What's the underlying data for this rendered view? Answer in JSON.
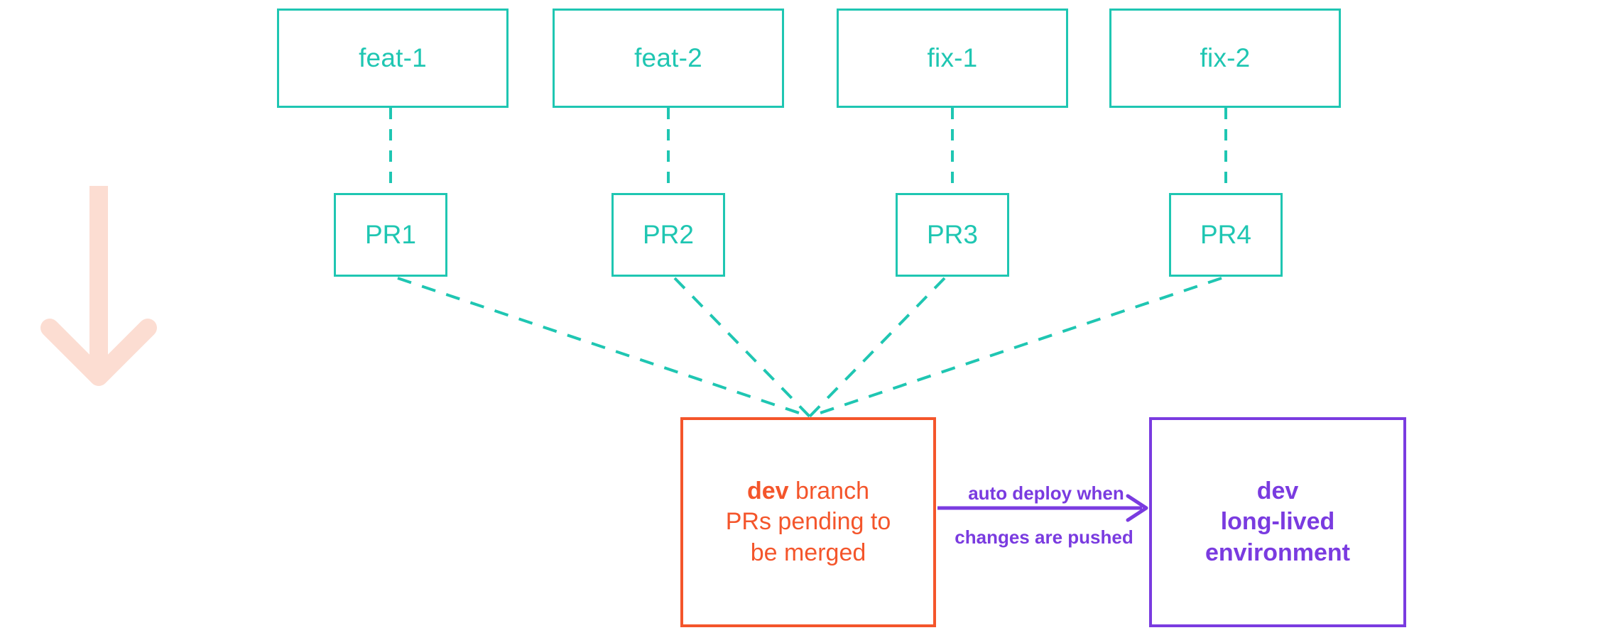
{
  "diagram": {
    "title": "git branching and auto deploy flow",
    "colors": {
      "teal": "#1FC6B2",
      "orange": "#F4552B",
      "purple": "#7A3BE0",
      "pink": "#FCDDD2"
    },
    "feature_branches": [
      {
        "id": "feat-1",
        "label": "feat-1"
      },
      {
        "id": "feat-2",
        "label": "feat-2"
      },
      {
        "id": "fix-1",
        "label": "fix-1"
      },
      {
        "id": "fix-2",
        "label": "fix-2"
      }
    ],
    "pull_requests": [
      {
        "id": "PR1",
        "label": "PR1"
      },
      {
        "id": "PR2",
        "label": "PR2"
      },
      {
        "id": "PR3",
        "label": "PR3"
      },
      {
        "id": "PR4",
        "label": "PR4"
      }
    ],
    "dev_branch": {
      "title_strong": "dev",
      "title_rest": " branch",
      "subtitle_line_1": "PRs pending to",
      "subtitle_line_2": "be merged"
    },
    "dev_environment": {
      "title": "dev",
      "subtitle_line_1": "long-lived",
      "subtitle_line_2": "environment"
    },
    "deploy_edge": {
      "label_top": "auto deploy when",
      "label_bottom": "changes are pushed"
    },
    "flow_arrow": {
      "icon": "down-arrow-icon",
      "direction": "down"
    }
  }
}
